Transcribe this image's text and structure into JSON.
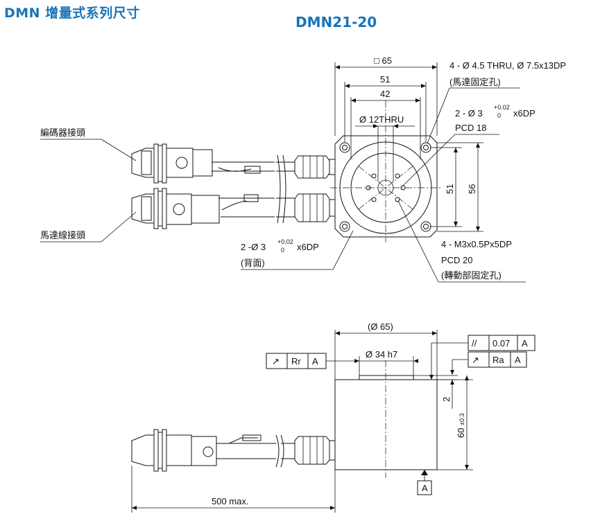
{
  "page_title": "DMN 增量式系列尺寸",
  "model_title": "DMN21-20",
  "top_view": {
    "square_dim": "□ 65",
    "dim_51": "51",
    "dim_42": "42",
    "bore_dim": "Ø 12THRU",
    "dim_vert_51": "51",
    "dim_vert_56": "56",
    "encoder_connector_label": "編碼器接頭",
    "motor_connector_label": "馬達線接頭",
    "mount_holes": {
      "line1": "4 - Ø 4.5 THRU, Ø 7.5x13DP",
      "line2": "(馬達固定孔)"
    },
    "pin_holes": {
      "prefix": "2 - Ø 3",
      "tol_upper": "+0.02",
      "tol_lower": "0",
      "suffix": "x6DP",
      "line2": "PCD 18"
    },
    "back_holes": {
      "prefix": "2 -Ø 3",
      "tol_upper": "+0.02",
      "tol_lower": "0",
      "suffix": "x6DP",
      "line2": "(背面)"
    },
    "rotor_holes": {
      "line1": "4 - M3x0.5Px5DP",
      "line2": "PCD 20",
      "line3": "(轉動部固定孔)"
    }
  },
  "side_view": {
    "outer_dia": "(Ø 65)",
    "shaft_dia": "Ø 34 h7",
    "runout_left": {
      "symbol": "↗",
      "char": "Rr",
      "datum": "A"
    },
    "parallel": {
      "symbol": "//",
      "value": "0.07",
      "datum": "A"
    },
    "runout_right": {
      "symbol": "↗",
      "char": "Ra",
      "datum": "A"
    },
    "dim_2": "2",
    "height": "60",
    "height_tol": "±0.3",
    "datum_label": "A",
    "cable_length": "500 max."
  }
}
